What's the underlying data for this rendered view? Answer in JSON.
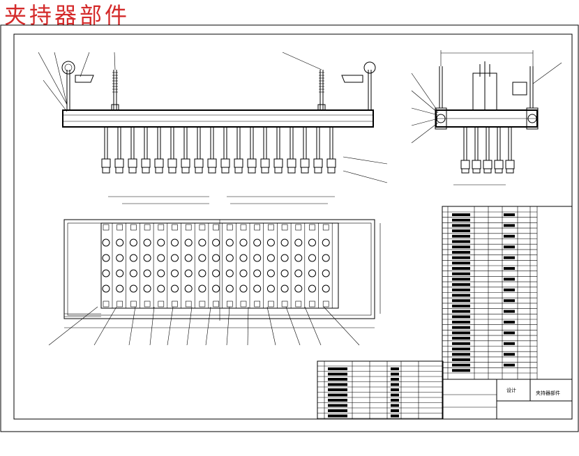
{
  "drawing": {
    "title": "夹持器部件",
    "title_color": "#d42a2a",
    "line_color": "#000000",
    "background": "#ffffff",
    "views": [
      "front-view",
      "side-view",
      "top-view"
    ],
    "title_block": {
      "part_name": "夹持器部件",
      "designer_label": "设计"
    }
  }
}
